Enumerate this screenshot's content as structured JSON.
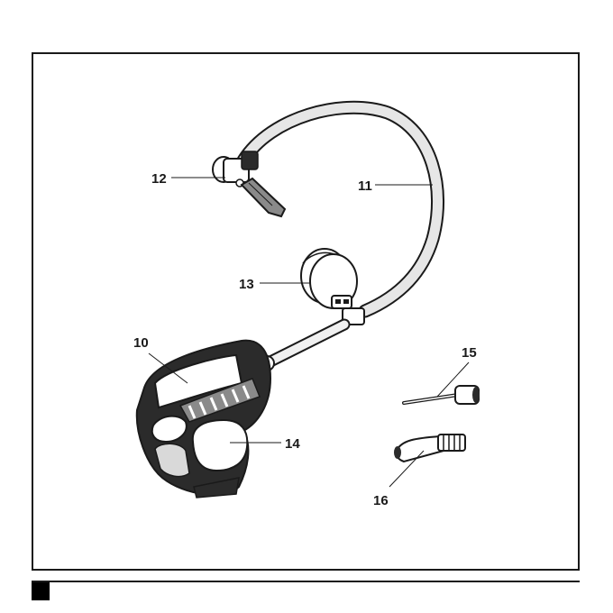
{
  "diagram": {
    "callouts": {
      "hose": "11",
      "valve_connector": "12",
      "pressure_gauge": "13",
      "nozzle_body": "10",
      "handle_grip": "14",
      "ball_needle": "15",
      "presta_adapter": "16"
    }
  },
  "colors": {
    "line": "#1a1a1a",
    "shade_dark": "#2b2b2b",
    "shade_mid": "#8a8a8a",
    "shade_light": "#d9d9d9"
  }
}
